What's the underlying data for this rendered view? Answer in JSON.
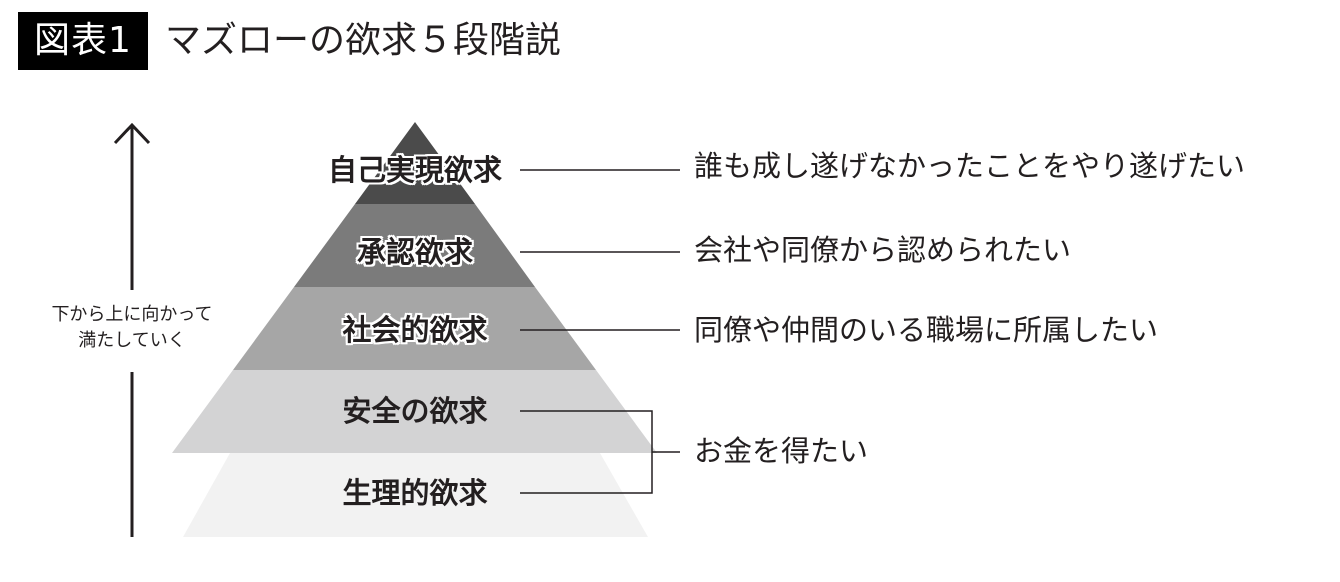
{
  "header": {
    "figure_label": "図表1",
    "title": "マズローの欲求５段階説"
  },
  "side_note": {
    "line1": "下から上に向かって",
    "line2": "満たしていく"
  },
  "levels": [
    {
      "label": "自己実現欲求",
      "description": "誰も成し遂げなかったことをやり遂げたい",
      "color": "#4b4b4b"
    },
    {
      "label": "承認欲求",
      "description": "会社や同僚から認められたい",
      "color": "#7b7b7b"
    },
    {
      "label": "社会的欲求",
      "description": "同僚や仲間のいる職場に所属したい",
      "color": "#a6a6a6"
    },
    {
      "label": "安全の欲求",
      "color": "#d3d3d4"
    },
    {
      "label": "生理的欲求",
      "color": "#f2f2f2"
    }
  ],
  "shared_description": "お金を得たい"
}
